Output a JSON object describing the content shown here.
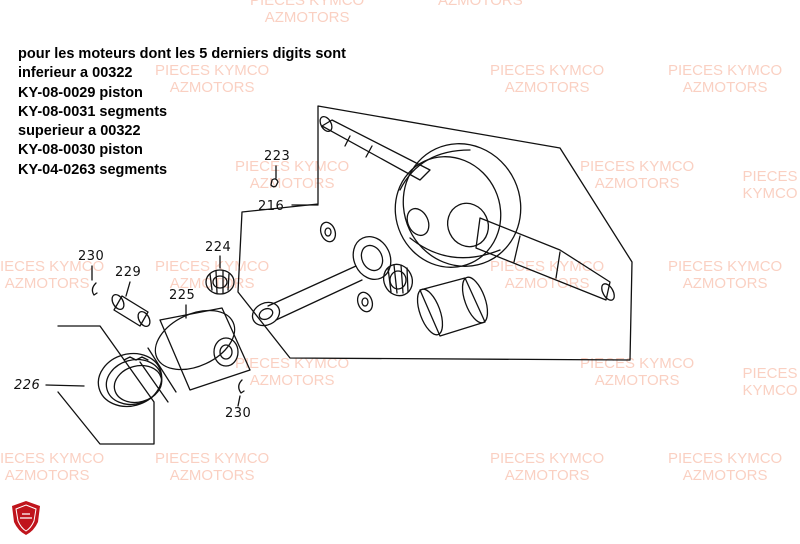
{
  "notes": {
    "line1": "pour les moteurs dont les 5 derniers digits sont",
    "line2": "inferieur a 00322",
    "line3": "KY-08-0029  piston",
    "line4": "KY-08-0031  segments",
    "line5": "superieur a 00322",
    "line6": "KY-08-0030  piston",
    "line7": "KY-04-0263  segments"
  },
  "callouts": {
    "c223": "223",
    "c216": "216",
    "c224": "224",
    "c230a": "230",
    "c229": "229",
    "c225": "225",
    "c226": "226",
    "c230b": "230"
  },
  "watermark": {
    "brand": "PIECES KYMCO",
    "site": "AZMOTORS"
  },
  "colors": {
    "watermark": "#f07850",
    "logo": "#c0141c"
  }
}
